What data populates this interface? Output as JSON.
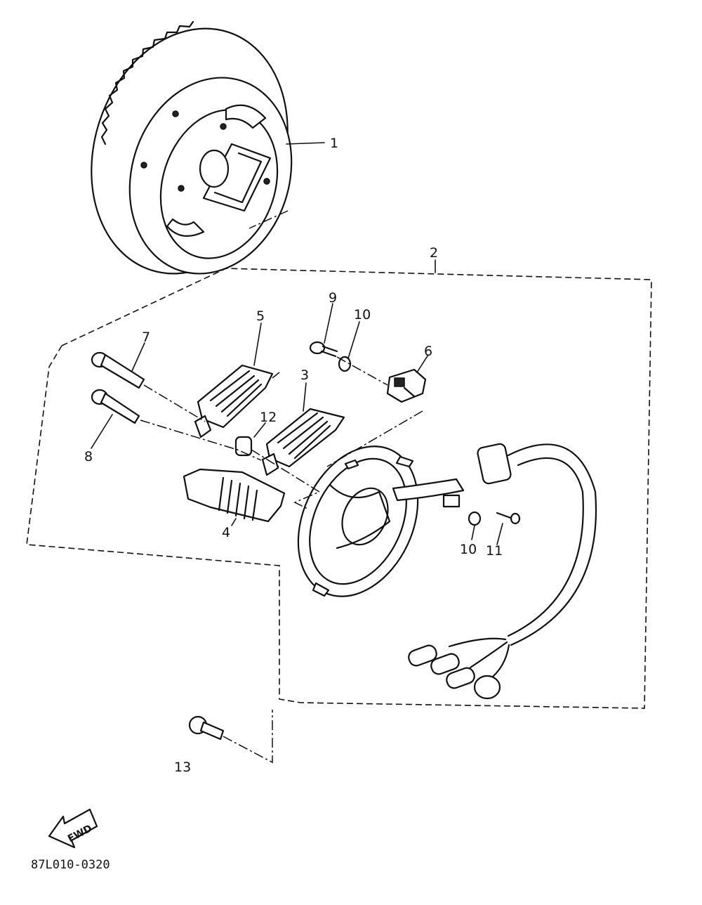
{
  "callouts": {
    "p1": "1",
    "p2": "2",
    "p3": "3",
    "p4": "4",
    "p5": "5",
    "p6": "6",
    "p7": "7",
    "p8": "8",
    "p9": "9",
    "p10a": "10",
    "p10b": "10",
    "p11": "11",
    "p12": "12",
    "p13": "13"
  },
  "fwd_label": "FWD",
  "figure_code": "87L010-0320"
}
